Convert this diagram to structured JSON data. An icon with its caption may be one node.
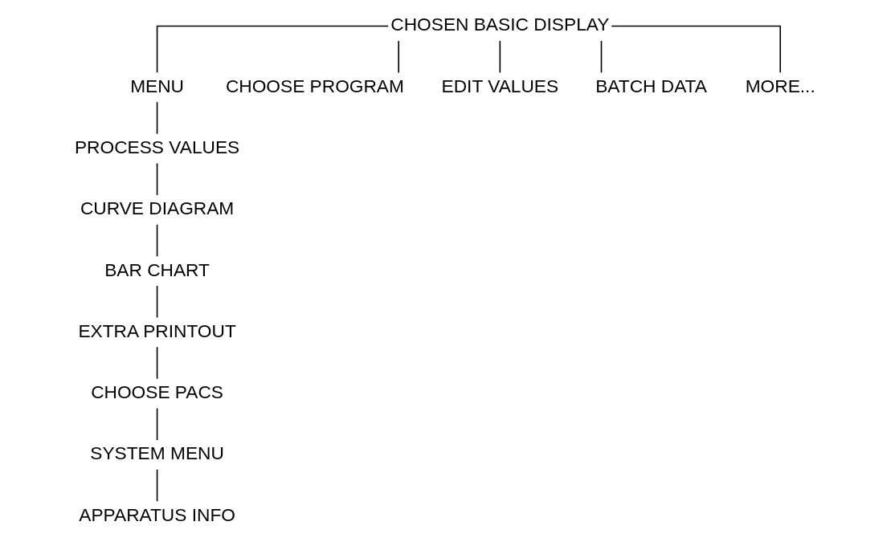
{
  "diagram": {
    "nodes": [
      {
        "text": [
          "CHOSEN BASIC DISPLAY"
        ]
      },
      {
        "text": [
          "MENU"
        ]
      },
      {
        "text": [
          "CHOOSE PROGRAM"
        ]
      },
      {
        "text": [
          "EDIT VALUES"
        ]
      },
      {
        "text": [
          "BATCH DATA"
        ]
      },
      {
        "text": [
          "MORE..."
        ]
      },
      {
        "text": [
          "PROCESS VALUES"
        ]
      },
      {
        "text": [
          "CURVE DIAGRAM"
        ]
      },
      {
        "text": [
          "BAR CHART"
        ]
      },
      {
        "text": [
          "EXTRA PRINTOUT"
        ]
      },
      {
        "text": [
          "CHOOSE PACS"
        ]
      },
      {
        "text": [
          "SYSTEM MENU"
        ]
      },
      {
        "text": [
          "APPARATUS INFO"
        ]
      }
    ],
    "edges": [
      {
        "from": 0,
        "to": 1,
        "arrow": "none"
      },
      {
        "from": 0,
        "to": 2,
        "arrow": "none"
      },
      {
        "from": 0,
        "to": 3,
        "arrow": "none"
      },
      {
        "from": 0,
        "to": 4,
        "arrow": "none"
      },
      {
        "from": 0,
        "to": 5,
        "arrow": "none"
      },
      {
        "from": 1,
        "to": 6,
        "arrow": "none"
      },
      {
        "from": 6,
        "to": 7,
        "arrow": "none"
      },
      {
        "from": 7,
        "to": 8,
        "arrow": "none"
      },
      {
        "from": 8,
        "to": 9,
        "arrow": "none"
      },
      {
        "from": 9,
        "to": 10,
        "arrow": "none"
      },
      {
        "from": 10,
        "to": 11,
        "arrow": "none"
      },
      {
        "from": 11,
        "to": 12,
        "arrow": "none"
      }
    ]
  }
}
